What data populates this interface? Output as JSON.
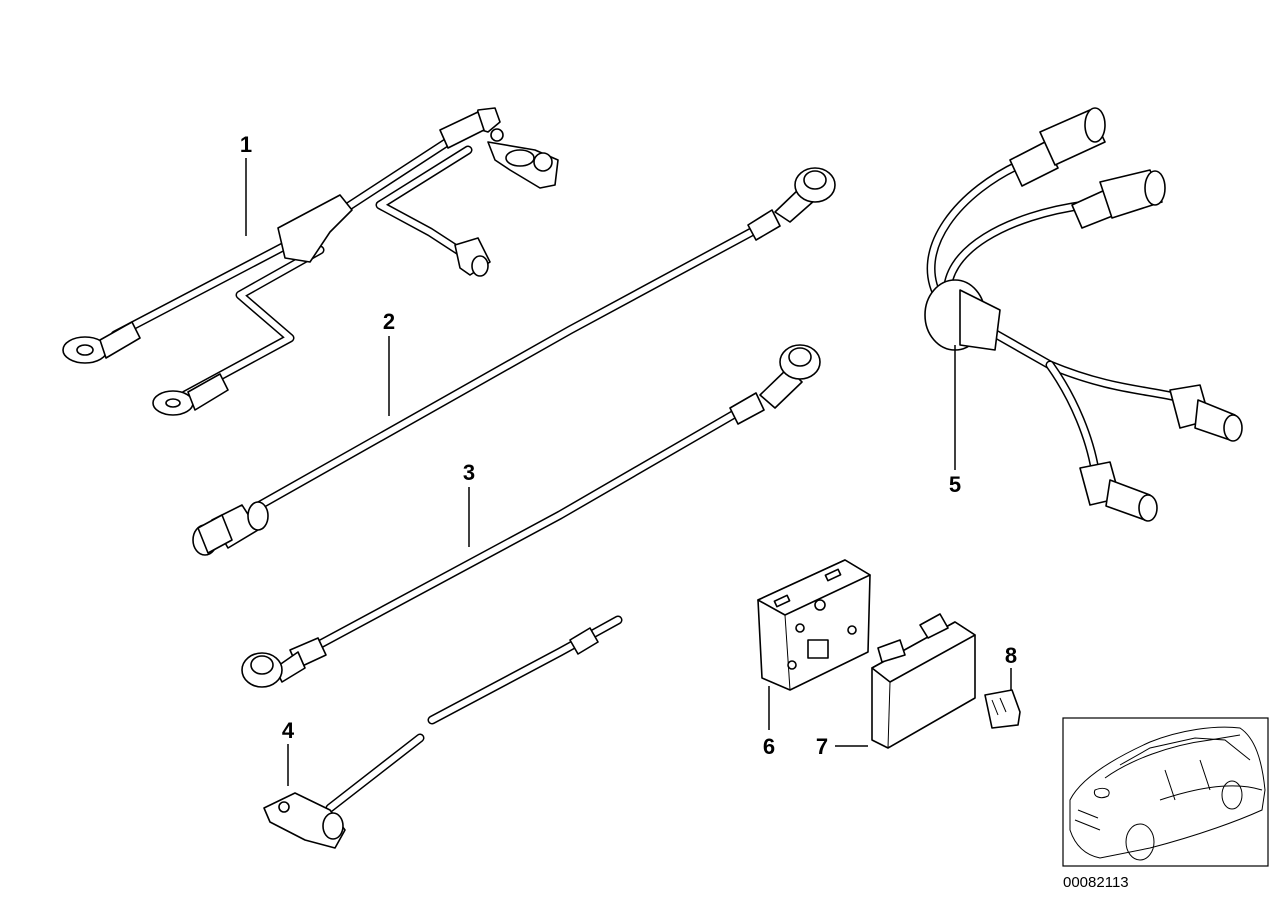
{
  "parts": [
    {
      "id": "part-1",
      "label": "1"
    },
    {
      "id": "part-2",
      "label": "2"
    },
    {
      "id": "part-3",
      "label": "3"
    },
    {
      "id": "part-4",
      "label": "4"
    },
    {
      "id": "part-5",
      "label": "5"
    },
    {
      "id": "part-6",
      "label": "6"
    },
    {
      "id": "part-7",
      "label": "7"
    },
    {
      "id": "part-8",
      "label": "8"
    }
  ],
  "diagram_ref": "00082113",
  "thumbnail": {
    "icon": "car-icon"
  }
}
